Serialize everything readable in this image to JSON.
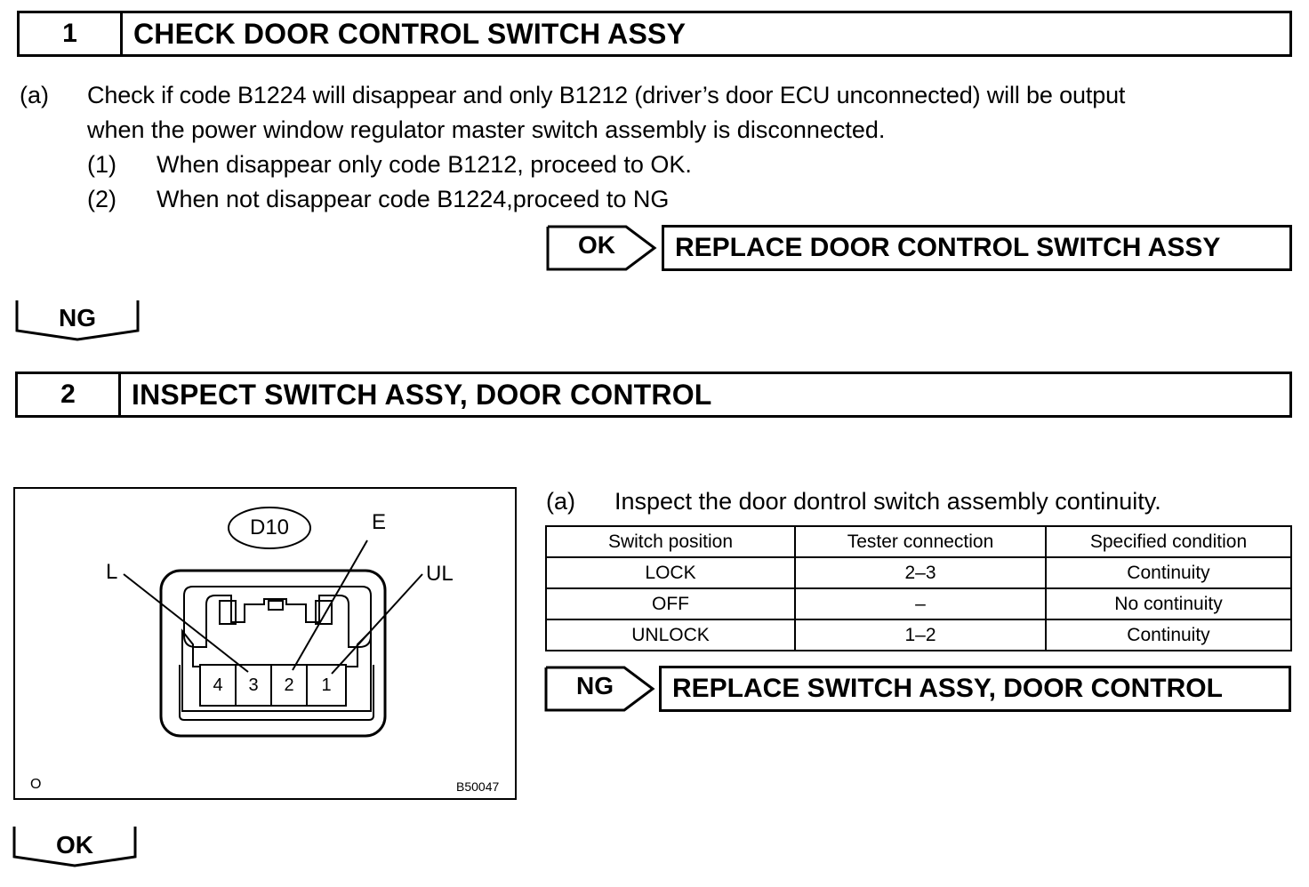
{
  "step1": {
    "number": "1",
    "title": "CHECK DOOR CONTROL SWITCH ASSY",
    "item_a_marker": "(a)",
    "item_a_line1": "Check if code B1224 will disappear and only B1212 (driver’s door ECU unconnected) will be output",
    "item_a_line2": "when the power window regulator master switch assembly is disconnected.",
    "sub1_marker": "(1)",
    "sub1_text": "When disappear only code B1212, proceed to OK.",
    "sub2_marker": "(2)",
    "sub2_text": "When not disappear code B1224,proceed to NG",
    "result_tag": "OK",
    "result_text": "REPLACE DOOR CONTROL SWITCH ASSY",
    "next_tag": "NG"
  },
  "step2": {
    "number": "2",
    "title": "INSPECT SWITCH ASSY, DOOR CONTROL",
    "item_a_marker": "(a)",
    "item_a_text": "Inspect the door dontrol switch assembly continuity.",
    "table": {
      "headers": [
        "Switch position",
        "Tester connection",
        "Specified condition"
      ],
      "rows": [
        [
          "LOCK",
          "2–3",
          "Continuity"
        ],
        [
          "OFF",
          "–",
          "No continuity"
        ],
        [
          "UNLOCK",
          "1–2",
          "Continuity"
        ]
      ]
    },
    "result_tag": "NG",
    "result_text": "REPLACE SWITCH ASSY, DOOR CONTROL",
    "next_tag": "OK"
  },
  "diagram": {
    "connector_id": "D10",
    "label_L": "L",
    "label_E": "E",
    "label_UL": "UL",
    "pins": [
      "4",
      "3",
      "2",
      "1"
    ],
    "corner_mark": "O",
    "figure_code": "B50047"
  }
}
